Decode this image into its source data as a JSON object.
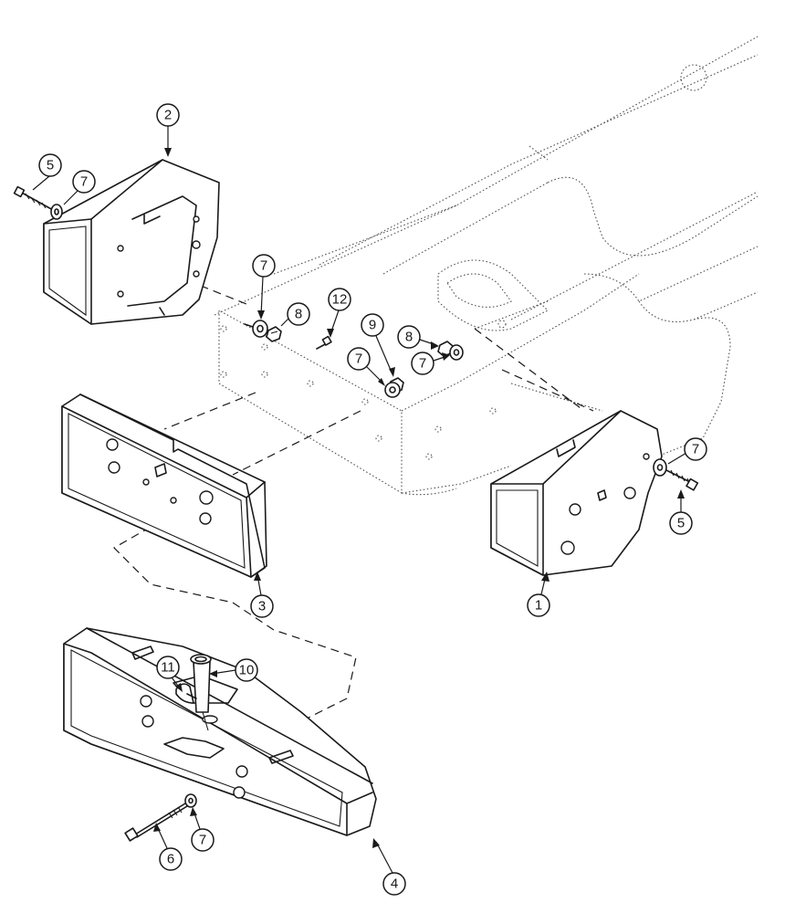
{
  "callouts": [
    {
      "id": "c2a",
      "label": "2"
    },
    {
      "id": "c5a",
      "label": "5"
    },
    {
      "id": "c7a",
      "label": "7"
    },
    {
      "id": "c7b",
      "label": "7"
    },
    {
      "id": "c8a",
      "label": "8"
    },
    {
      "id": "c12",
      "label": "12"
    },
    {
      "id": "c9",
      "label": "9"
    },
    {
      "id": "c8b",
      "label": "8"
    },
    {
      "id": "c7c",
      "label": "7"
    },
    {
      "id": "c7d",
      "label": "7"
    },
    {
      "id": "c7e",
      "label": "7"
    },
    {
      "id": "c5b",
      "label": "5"
    },
    {
      "id": "c3",
      "label": "3"
    },
    {
      "id": "c1",
      "label": "1"
    },
    {
      "id": "c11",
      "label": "11"
    },
    {
      "id": "c10",
      "label": "10"
    },
    {
      "id": "c6",
      "label": "6"
    },
    {
      "id": "c7f",
      "label": "7"
    },
    {
      "id": "c4",
      "label": "4"
    }
  ],
  "colors": {
    "ink": "#1a1a1a",
    "background": "#ffffff",
    "frame_dotted": "#555555"
  }
}
